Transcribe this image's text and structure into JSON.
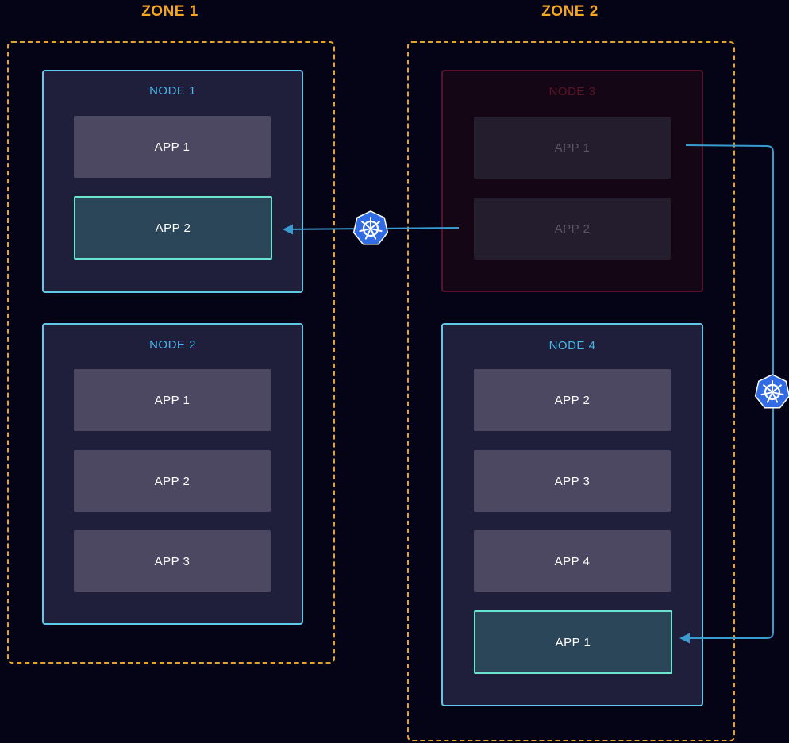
{
  "zones": [
    {
      "title": "ZONE 1",
      "nodes": [
        {
          "title": "NODE 1",
          "apps": [
            "APP 1",
            "APP 2"
          ]
        },
        {
          "title": "NODE 2",
          "apps": [
            "APP 1",
            "APP 2",
            "APP 3"
          ]
        }
      ]
    },
    {
      "title": "ZONE 2",
      "nodes": [
        {
          "title": "NODE 3",
          "apps": [
            "APP 1",
            "APP 2"
          ]
        },
        {
          "title": "NODE 4",
          "apps": [
            "APP 2",
            "APP 3",
            "APP 4",
            "APP 1"
          ]
        }
      ]
    }
  ],
  "colors": {
    "background": "#050417",
    "zone": "#e2a52a",
    "node_border": "#5fc9ea",
    "failed_node_border": "#55142c",
    "highlight_border": "#6be4cd",
    "arrow": "#3a9bd0",
    "kubernetes": "#326ce5"
  },
  "icons": [
    "kubernetes-icon",
    "kubernetes-icon"
  ]
}
